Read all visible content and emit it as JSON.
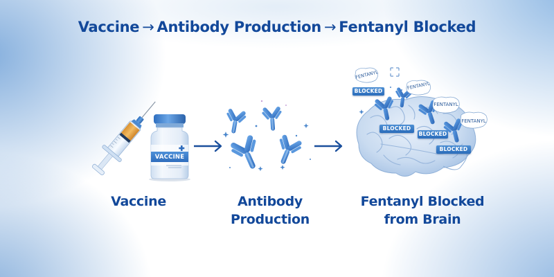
{
  "title": {
    "part1": "Vaccine",
    "arrow": "→",
    "part2": "Antibody Production",
    "part3": "Fentanyl Blocked"
  },
  "stages": [
    {
      "id": "vaccine",
      "label_line1": "Vaccine",
      "label_line2": "",
      "icon": "syringe-and-vial-icon"
    },
    {
      "id": "antibody",
      "label_line1": "Antibody",
      "label_line2": "Production",
      "icon": "antibodies-icon"
    },
    {
      "id": "blocked",
      "label_line1": "Fentanyl Blocked",
      "label_line2": "from Brain",
      "icon": "brain-icon"
    }
  ],
  "vial": {
    "label": "VACCINE",
    "cross": "+"
  },
  "brain": {
    "blocked_label": "BLOCKED",
    "fentanyl_label": "FENTANYL",
    "tags": [
      "BLOCKED",
      "BLOCKED",
      "BLOCKED",
      "BLOCKED"
    ],
    "bubbles": [
      "FENTANYL",
      "FENTANYL",
      "FENTANYL",
      "FENTANYL"
    ]
  },
  "colors": {
    "title_blue": "#12489a",
    "accent_blue": "#2a6cba",
    "antibody_blue": "#4a8fd6",
    "serum_orange": "#e6a13a",
    "background_glow": "#7aaadc"
  }
}
